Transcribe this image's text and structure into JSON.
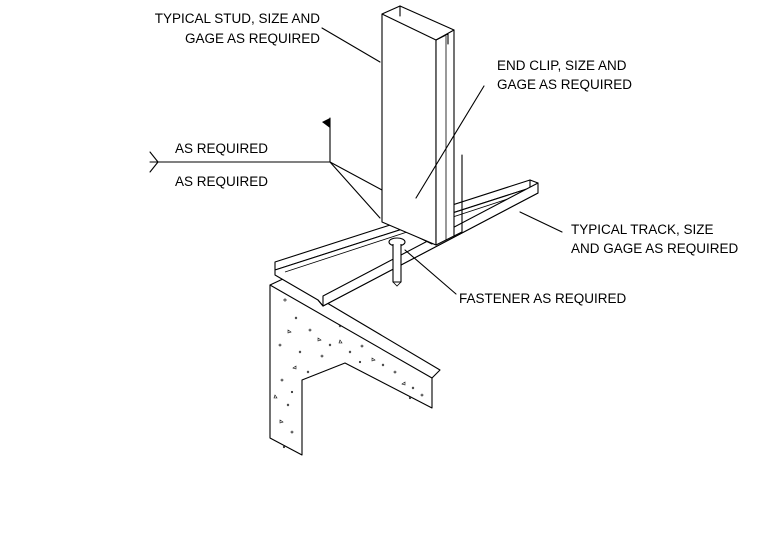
{
  "labels": {
    "stud_line1": "TYPICAL STUD, SIZE AND",
    "stud_line2": "GAGE AS REQUIRED",
    "clip_line1": "END CLIP, SIZE AND",
    "clip_line2": "GAGE AS REQUIRED",
    "weld_top": "AS REQUIRED",
    "weld_bottom": "AS REQUIRED",
    "track_line1": "TYPICAL TRACK, SIZE",
    "track_line2": "AND GAGE AS REQUIRED",
    "fastener": "FASTENER AS REQUIRED"
  }
}
